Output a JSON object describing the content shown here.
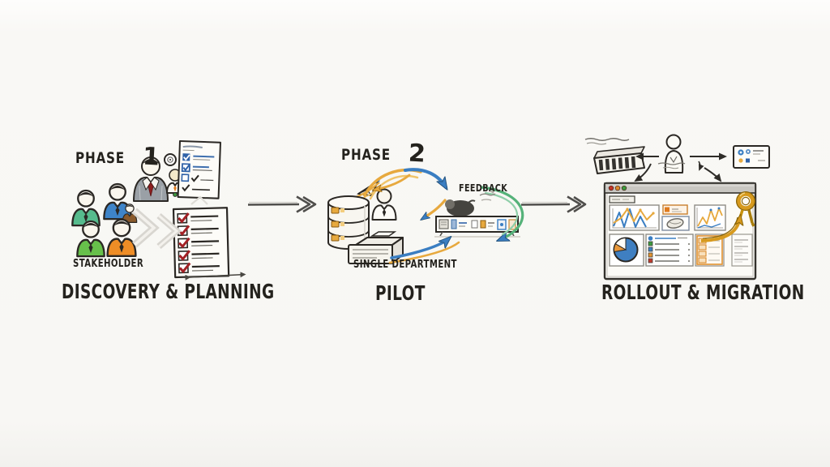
{
  "diagram": {
    "phase1": {
      "label": "PHASE",
      "number": "1",
      "stakeholder_label": "STAKEHOLDER",
      "title": "DISCOVERY & PLANNING"
    },
    "phase2": {
      "label": "PHASE",
      "number": "2",
      "department_label": "SINGLE DEPARTMENT",
      "feedback_label": "FEEDBACK",
      "title": "PILOT"
    },
    "phase3": {
      "title": "ROLLOUT & MIGRATION"
    }
  },
  "colors": {
    "ink": "#2b2824",
    "background": "#f8f7f4",
    "person_teal": "#56bb8d",
    "person_blue": "#3e84c8",
    "person_brown": "#8a5a2b",
    "person_green": "#67c04b",
    "person_orange": "#ee8d26",
    "suit_gray": "#9aa0a6",
    "tie_red": "#8e1f1f",
    "check_red": "#a32125",
    "check_blue": "#2f62a8",
    "arrow_orange": "#e7a93e",
    "arrow_blue": "#3a7ec2",
    "arrow_green": "#55b279",
    "gold": "#d79a1e",
    "connector": "#4f4e4b",
    "traffic_red": "#c13326",
    "traffic_orange": "#d98a2b",
    "traffic_green": "#3c9a3e"
  },
  "icons": {
    "stakeholder-group": "people-shapes",
    "business-person": "suit-figure",
    "checklist-blue": "paper-with-blue-checkboxes",
    "checklist-red": "paper-with-red-checkmarks",
    "paper-plane": "triangle-sketch",
    "database-stack": "cylinder-x3",
    "printer": "iso-box",
    "server-bar": "rack-strip",
    "feedback-loop": "curved-arrows",
    "film-strip": "barred-parallelogram",
    "stick-person": "outline-figure",
    "settings-card": "card-with-dots",
    "browser-window": "dashboard-mock",
    "traffic-lights": "three-dots",
    "line-chart": "zigzag-polyline",
    "pie-chart": "disc-slices",
    "data-list": "rows-with-bullets",
    "data-table": "orange-cells",
    "gold-seal": "ring-with-ribbons",
    "connector-arrow": "chevron-arrow"
  }
}
